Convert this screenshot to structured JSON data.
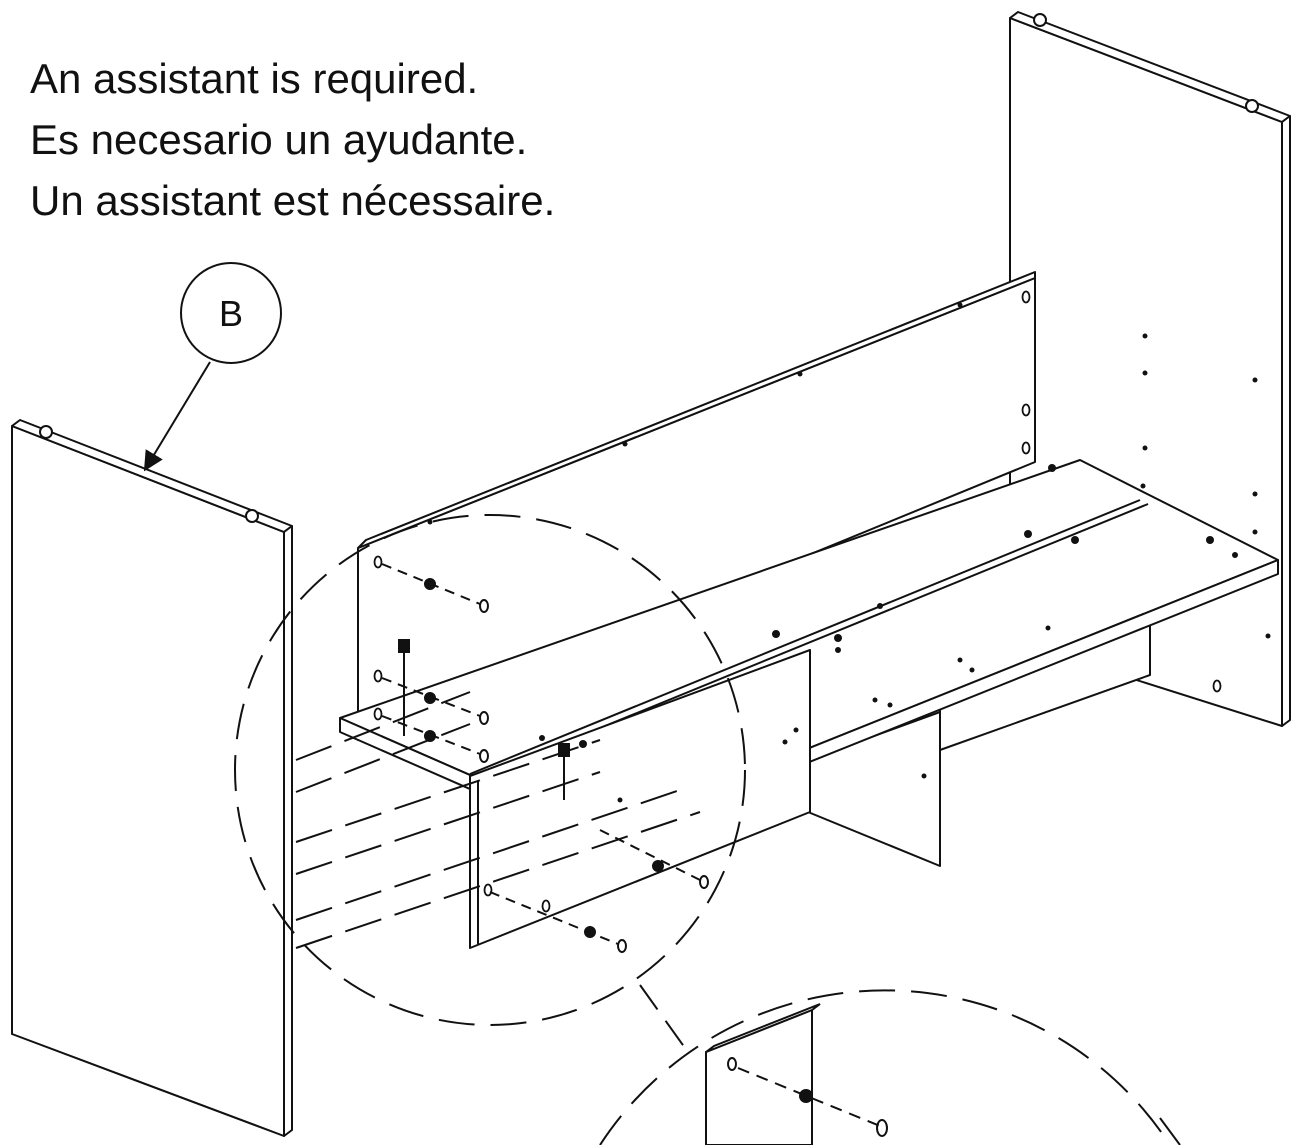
{
  "instructions": {
    "lines": [
      "An assistant is required.",
      "Es necesario un ayudante.",
      "Un assistant est nécessaire."
    ]
  },
  "callouts": {
    "part_label": "B"
  },
  "colors": {
    "line": "#111111",
    "background": "#ffffff"
  }
}
